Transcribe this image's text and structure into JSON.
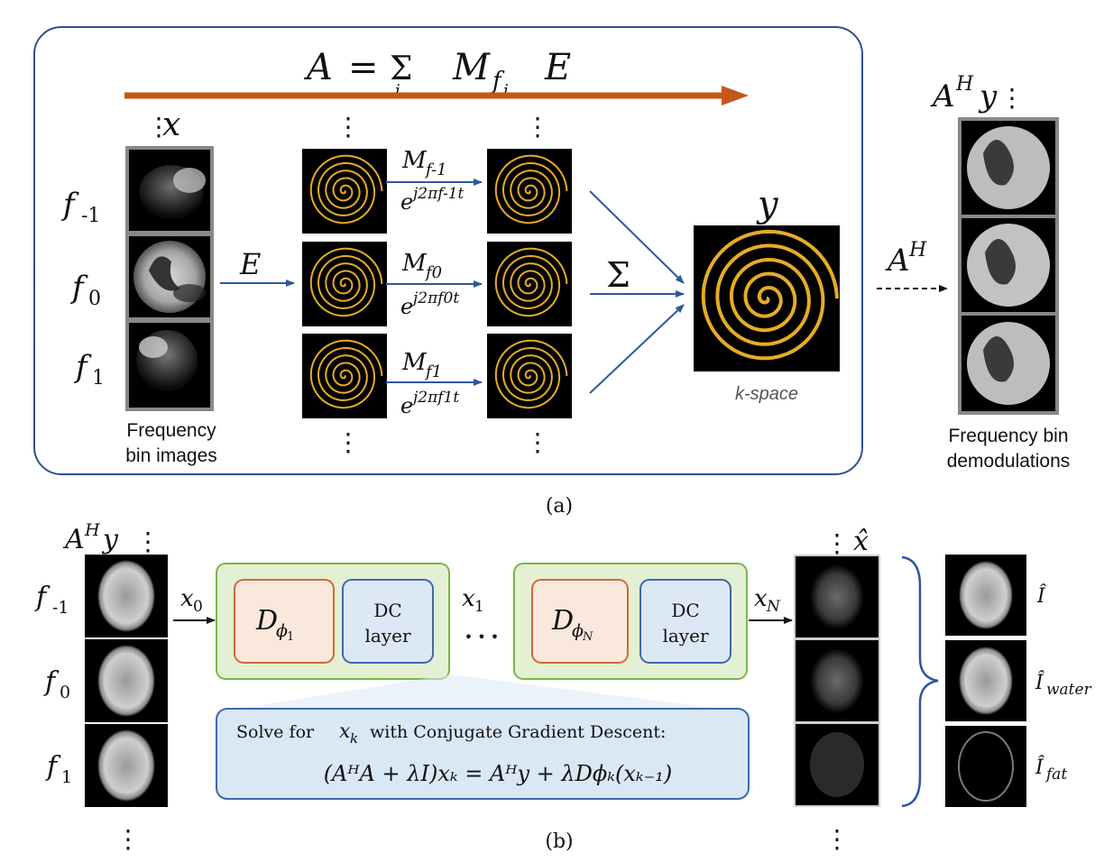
{
  "panel_a": {
    "equation": {
      "lhs": "A",
      "eq": "=",
      "sum": "Σ",
      "sub": "i",
      "m": "M",
      "msub": "f",
      "msubsub": "i",
      "e": "E"
    },
    "x_label": "x",
    "freq_labels": [
      {
        "base": "f",
        "sub": "-1"
      },
      {
        "base": "f",
        "sub": "0"
      },
      {
        "base": "f",
        "sub": "1"
      }
    ],
    "e_label": "E",
    "mod_top": [
      {
        "m": "M",
        "sub": "f-1"
      },
      {
        "m": "M",
        "sub": "f0"
      },
      {
        "m": "M",
        "sub": "f1"
      }
    ],
    "mod_bottom": [
      {
        "base": "e",
        "exp": "j2πf-1t"
      },
      {
        "base": "e",
        "exp": "j2πf0t"
      },
      {
        "base": "e",
        "exp": "j2πf1t"
      }
    ],
    "sum_label": "Σ",
    "y_label": "y",
    "kspace_caption": "k-space",
    "images_caption": [
      "Frequency",
      "bin images"
    ],
    "ah_label": {
      "base": "A",
      "sup": "H"
    },
    "ahy_label": {
      "base": "A",
      "sup": "H",
      "tail": "y"
    },
    "demod_caption": [
      "Frequency bin",
      "demodulations"
    ],
    "tag": "(a)"
  },
  "panel_b": {
    "ahy_label": {
      "base": "A",
      "sup": "H",
      "tail": "y"
    },
    "freq_labels": [
      {
        "base": "f",
        "sub": "-1"
      },
      {
        "base": "f",
        "sub": "0"
      },
      {
        "base": "f",
        "sub": "1"
      }
    ],
    "x0_label": {
      "base": "x",
      "sub": "0"
    },
    "x1_label": {
      "base": "x",
      "sub": "1"
    },
    "xn_label": {
      "base": "x",
      "sub": "N"
    },
    "d1_label": {
      "base": "D",
      "sub": "ϕ",
      "subsub": "1"
    },
    "dn_label": {
      "base": "D",
      "sub": "ϕ",
      "subsub": "N"
    },
    "dc_label": [
      "DC",
      "layer"
    ],
    "ellipsis": "• • •",
    "xhat_label": "x̂",
    "cg_text": {
      "prefix": "Solve for",
      "var": "x",
      "varsub": "k",
      "suffix": "with Conjugate Gradient Descent:"
    },
    "cg_equation": "(AᴴA + λI)xₖ = Aᴴy + λDϕₖ(xₖ₋₁)",
    "out_labels": [
      {
        "base": "Î",
        "sub": ""
      },
      {
        "base": "Î",
        "sub": "water"
      },
      {
        "base": "Î",
        "sub": "fat"
      }
    ],
    "tag": "(b)"
  },
  "colors": {
    "panel_border": "#2f4f8f",
    "orange_arrow": "#c5561a",
    "blue_arrow": "#2f56a0",
    "spiral": "#e5ac26",
    "green_block_fill": "#e3f0d3",
    "green_block_stroke": "#7ab648",
    "orange_block_fill": "#fbe8dc",
    "orange_block_stroke": "#d2683a",
    "blue_block_fill": "#dde8f5",
    "blue_block_stroke": "#3e68b0",
    "cg_box_fill": "#dae7f5"
  }
}
